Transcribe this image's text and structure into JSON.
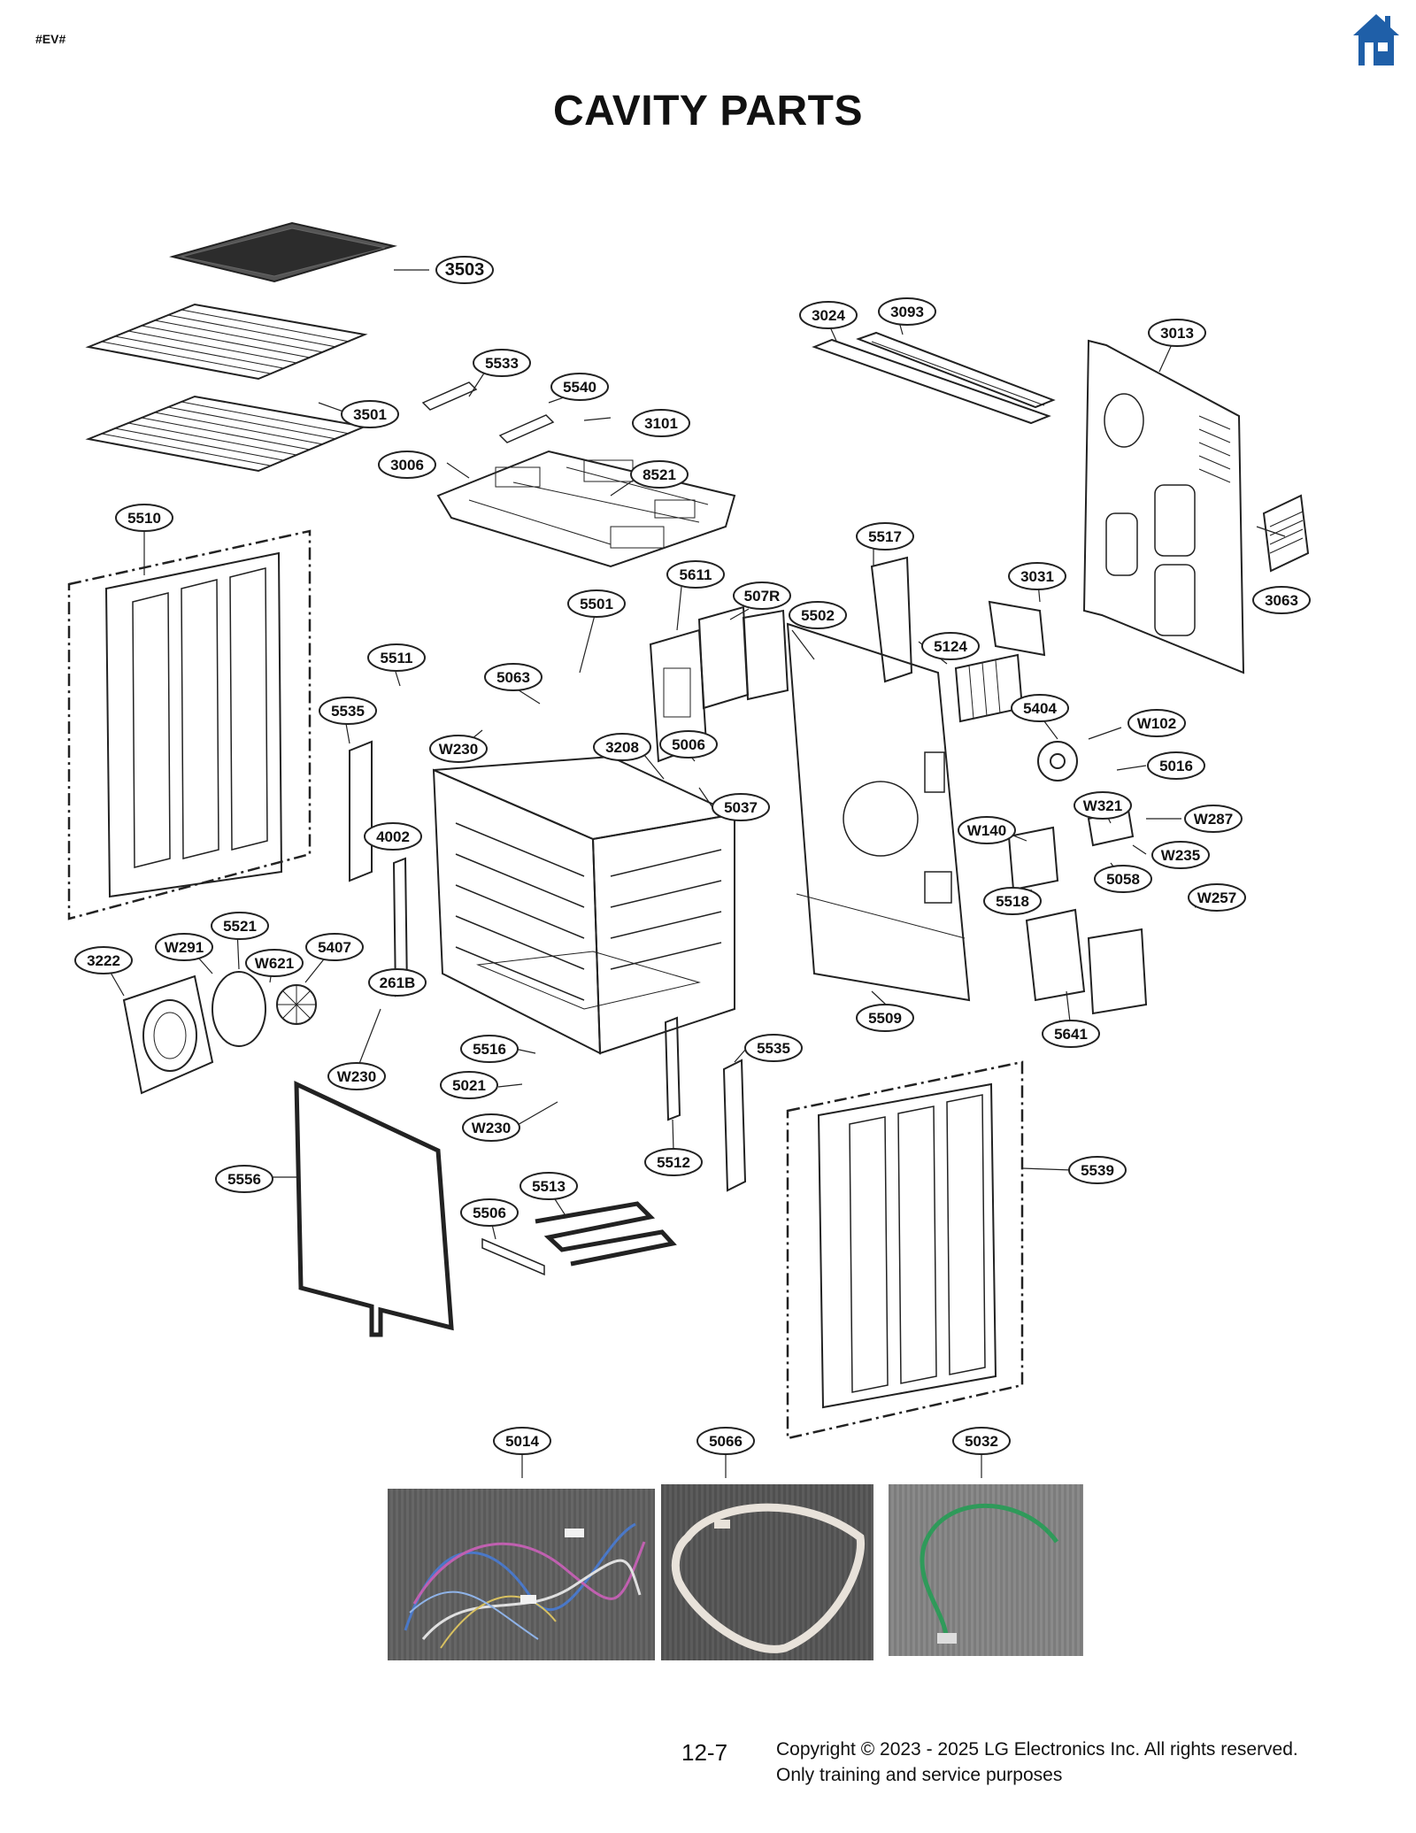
{
  "header": {
    "tag": "#EV#",
    "title": "CAVITY PARTS",
    "home_icon": "home-icon"
  },
  "colors": {
    "accent": "#1f5fa8",
    "line": "#222222",
    "callout_fill": "#ffffff"
  },
  "callouts": {
    "p3503": "3503",
    "p3501": "3501",
    "p5533": "5533",
    "p5540": "5540",
    "p3101": "3101",
    "p3006": "3006",
    "p8521": "8521",
    "p3024": "3024",
    "p3093": "3093",
    "p3013": "3013",
    "p5510": "5510",
    "p5517": "5517",
    "p3031": "3031",
    "p3063": "3063",
    "p5611": "5611",
    "p507R": "507R",
    "p5501": "5501",
    "p5502": "5502",
    "p5124": "5124",
    "p5511": "5511",
    "p5063": "5063",
    "p5535a": "5535",
    "p5404": "5404",
    "pW102": "W102",
    "pW230a": "W230",
    "p3208": "3208",
    "p5006": "5006",
    "p5016": "5016",
    "p5037": "5037",
    "pW321": "W321",
    "pW287": "W287",
    "p4002": "4002",
    "pW140": "W140",
    "pW235": "W235",
    "p5058": "5058",
    "p5518": "5518",
    "pW257": "W257",
    "p5521": "5521",
    "pW291": "W291",
    "p3222": "3222",
    "pW621": "W621",
    "p5407": "5407",
    "p261B": "261B",
    "p5509": "5509",
    "p5641": "5641",
    "p5516": "5516",
    "p5535b": "5535",
    "pW230b": "W230",
    "p5021": "5021",
    "pW230c": "W230",
    "p5512": "5512",
    "p5539": "5539",
    "p5556": "5556",
    "p5513": "5513",
    "p5506": "5506",
    "p5014": "5014",
    "p5066": "5066",
    "p5032": "5032"
  },
  "footer": {
    "page": "12-7",
    "copyright": "Copyright © 2023 - 2025 LG Electronics Inc. All rights reserved.",
    "purpose": "Only training and service purposes"
  }
}
